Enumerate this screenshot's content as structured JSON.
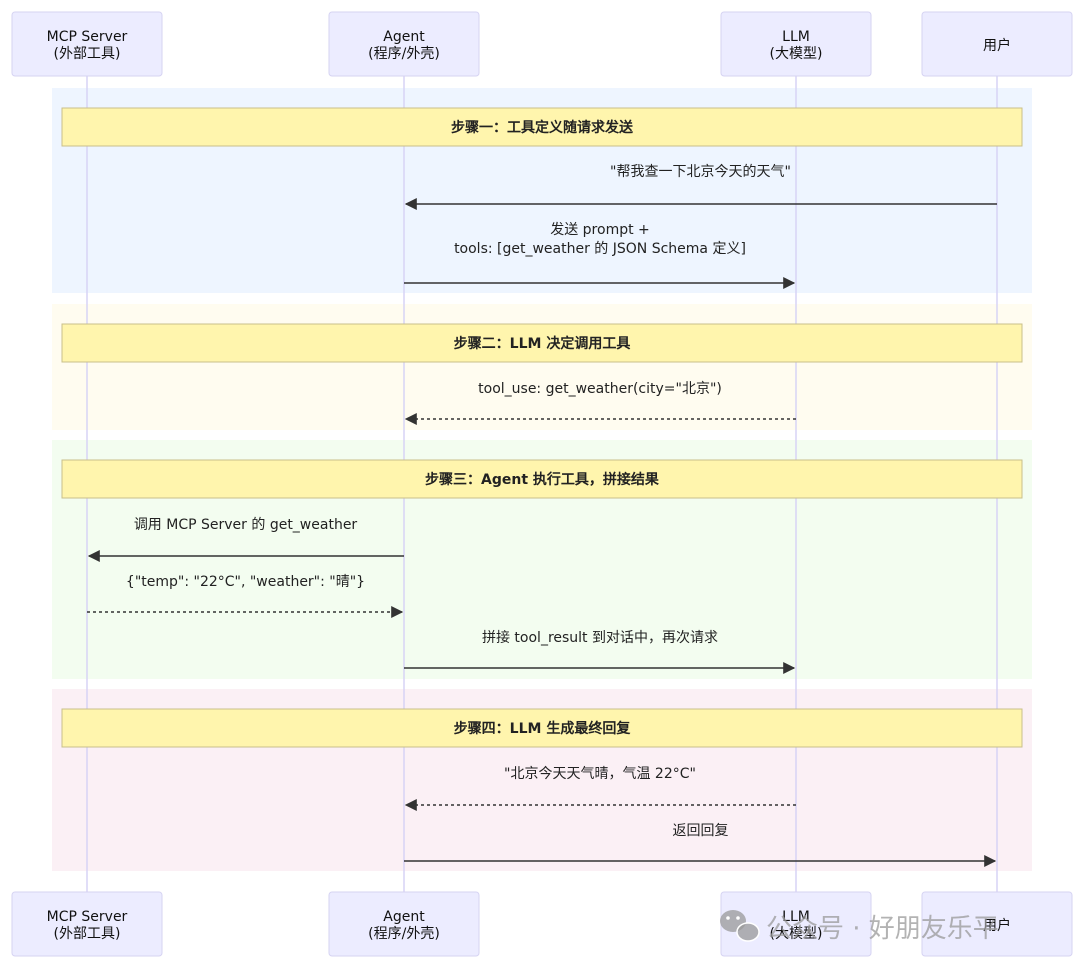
{
  "actors": [
    {
      "id": "mcp",
      "line1": "MCP Server",
      "line2": "(外部工具)"
    },
    {
      "id": "agent",
      "line1": "Agent",
      "line2": "(程序/外壳)"
    },
    {
      "id": "llm",
      "line1": "LLM",
      "line2": "(大模型)"
    },
    {
      "id": "user",
      "line1": "用户",
      "line2": ""
    }
  ],
  "steps": [
    {
      "title": "步骤一：工具定义随请求发送",
      "background": "#eef5ff",
      "messages": [
        {
          "from": "user",
          "to": "agent",
          "style": "solid",
          "lines": [
            "\"帮我查一下北京今天的天气\""
          ]
        },
        {
          "from": "agent",
          "to": "llm",
          "style": "solid",
          "lines": [
            "发送 prompt +",
            "tools: [get_weather 的 JSON Schema 定义]"
          ]
        }
      ]
    },
    {
      "title": "步骤二：LLM 决定调用工具",
      "background": "#fffcf0",
      "messages": [
        {
          "from": "llm",
          "to": "agent",
          "style": "dashed",
          "lines": [
            "tool_use: get_weather(city=\"北京\")"
          ]
        }
      ]
    },
    {
      "title": "步骤三：Agent 执行工具，拼接结果",
      "background": "#f3fdf0",
      "messages": [
        {
          "from": "agent",
          "to": "mcp",
          "style": "solid",
          "lines": [
            "调用 MCP Server 的 get_weather"
          ]
        },
        {
          "from": "mcp",
          "to": "agent",
          "style": "dashed",
          "lines": [
            "{\"temp\": \"22°C\", \"weather\": \"晴\"}"
          ]
        },
        {
          "from": "agent",
          "to": "llm",
          "style": "solid",
          "lines": [
            "拼接 tool_result 到对话中，再次请求"
          ]
        }
      ]
    },
    {
      "title": "步骤四：LLM 生成最终回复",
      "background": "#fbf0f5",
      "messages": [
        {
          "from": "llm",
          "to": "agent",
          "style": "dashed",
          "lines": [
            "\"北京今天天气晴，气温 22°C\""
          ]
        },
        {
          "from": "agent",
          "to": "user",
          "style": "solid",
          "lines": [
            "返回回复"
          ]
        }
      ]
    }
  ],
  "watermark": "公众号 · 好朋友乐平"
}
